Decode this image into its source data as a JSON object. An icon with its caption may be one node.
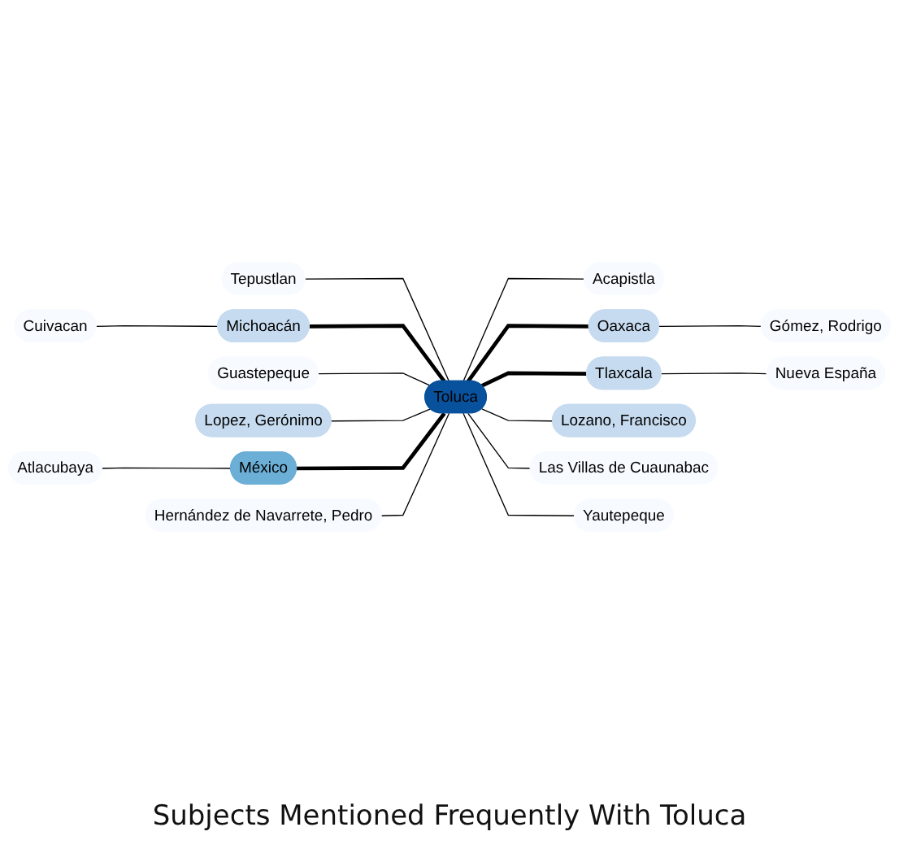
{
  "diagram": {
    "title": "Subjects Mentioned Frequently With Toluca",
    "nodes": [
      {
        "text": [
          "Tepustlan"
        ]
      },
      {
        "text": [
          "Gómez, Rodrigo"
        ]
      },
      {
        "text": [
          "Cuivacan"
        ]
      },
      {
        "text": [
          "Acapistla"
        ]
      },
      {
        "text": [
          "Oaxaca"
        ]
      },
      {
        "text": [
          "Michoacán"
        ]
      },
      {
        "text": [
          "Guastepeque"
        ]
      },
      {
        "text": [
          "Toluca"
        ]
      },
      {
        "text": [
          "Tlaxcala"
        ]
      },
      {
        "text": [
          "Nueva España"
        ]
      },
      {
        "text": [
          "Lopez, Gerónimo"
        ]
      },
      {
        "text": [
          "México"
        ]
      },
      {
        "text": [
          "Hernández de Navarrete, Pedro"
        ]
      },
      {
        "text": [
          "Lozano, Francisco"
        ]
      },
      {
        "text": [
          "Las Villas de Cuaunabac"
        ]
      },
      {
        "text": [
          "Atlacubaya"
        ]
      },
      {
        "text": [
          "Yautepeque"
        ]
      }
    ],
    "edges": [
      {
        "from": 0,
        "to": 7,
        "arrow": "none"
      },
      {
        "from": 7,
        "to": 4,
        "arrow": "none",
        "style": "thick"
      },
      {
        "from": 4,
        "to": 1,
        "arrow": "none"
      },
      {
        "from": 2,
        "to": 5,
        "arrow": "none"
      },
      {
        "from": 7,
        "to": 3,
        "arrow": "none"
      },
      {
        "from": 5,
        "to": 7,
        "arrow": "none",
        "style": "thick"
      },
      {
        "from": 6,
        "to": 7,
        "arrow": "none"
      },
      {
        "from": 7,
        "to": 8,
        "arrow": "none",
        "style": "thick"
      },
      {
        "from": 8,
        "to": 9,
        "arrow": "none"
      },
      {
        "from": 10,
        "to": 7,
        "arrow": "none"
      },
      {
        "from": 11,
        "to": 7,
        "arrow": "none",
        "style": "thick"
      },
      {
        "from": 12,
        "to": 7,
        "arrow": "none"
      },
      {
        "from": 7,
        "to": 13,
        "arrow": "none"
      },
      {
        "from": 7,
        "to": 14,
        "arrow": "none"
      },
      {
        "from": 15,
        "to": 11,
        "arrow": "none"
      },
      {
        "from": 7,
        "to": 16,
        "arrow": "none"
      }
    ]
  }
}
